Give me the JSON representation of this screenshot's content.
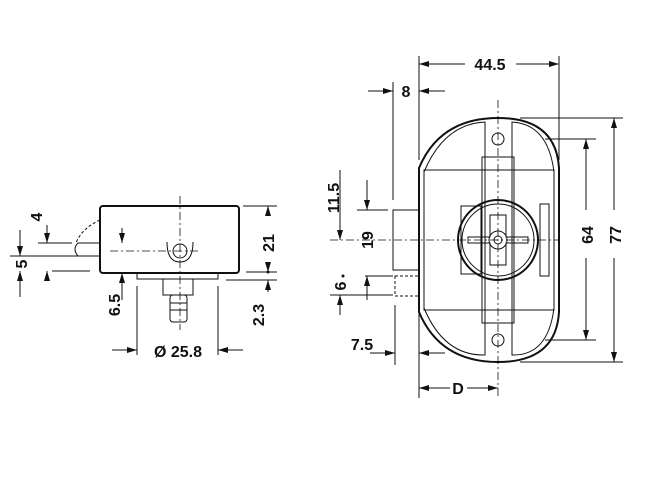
{
  "title": "Cabinet push-button lock technical drawing",
  "side_view": {
    "dims": {
      "height": "21",
      "pin_height": "2.3",
      "offset": "6.5",
      "diameter": "Ø 25.8",
      "bolt_top": "4",
      "bolt_height": "5"
    }
  },
  "front_view": {
    "dims": {
      "width": "44.5",
      "bolt_depth": "8",
      "height_outer": "77",
      "hole_spacing": "64",
      "bolt_width": "19",
      "bolt_offset": "11.5",
      "lower": "6",
      "edge": "7.5",
      "depth": "D"
    }
  }
}
